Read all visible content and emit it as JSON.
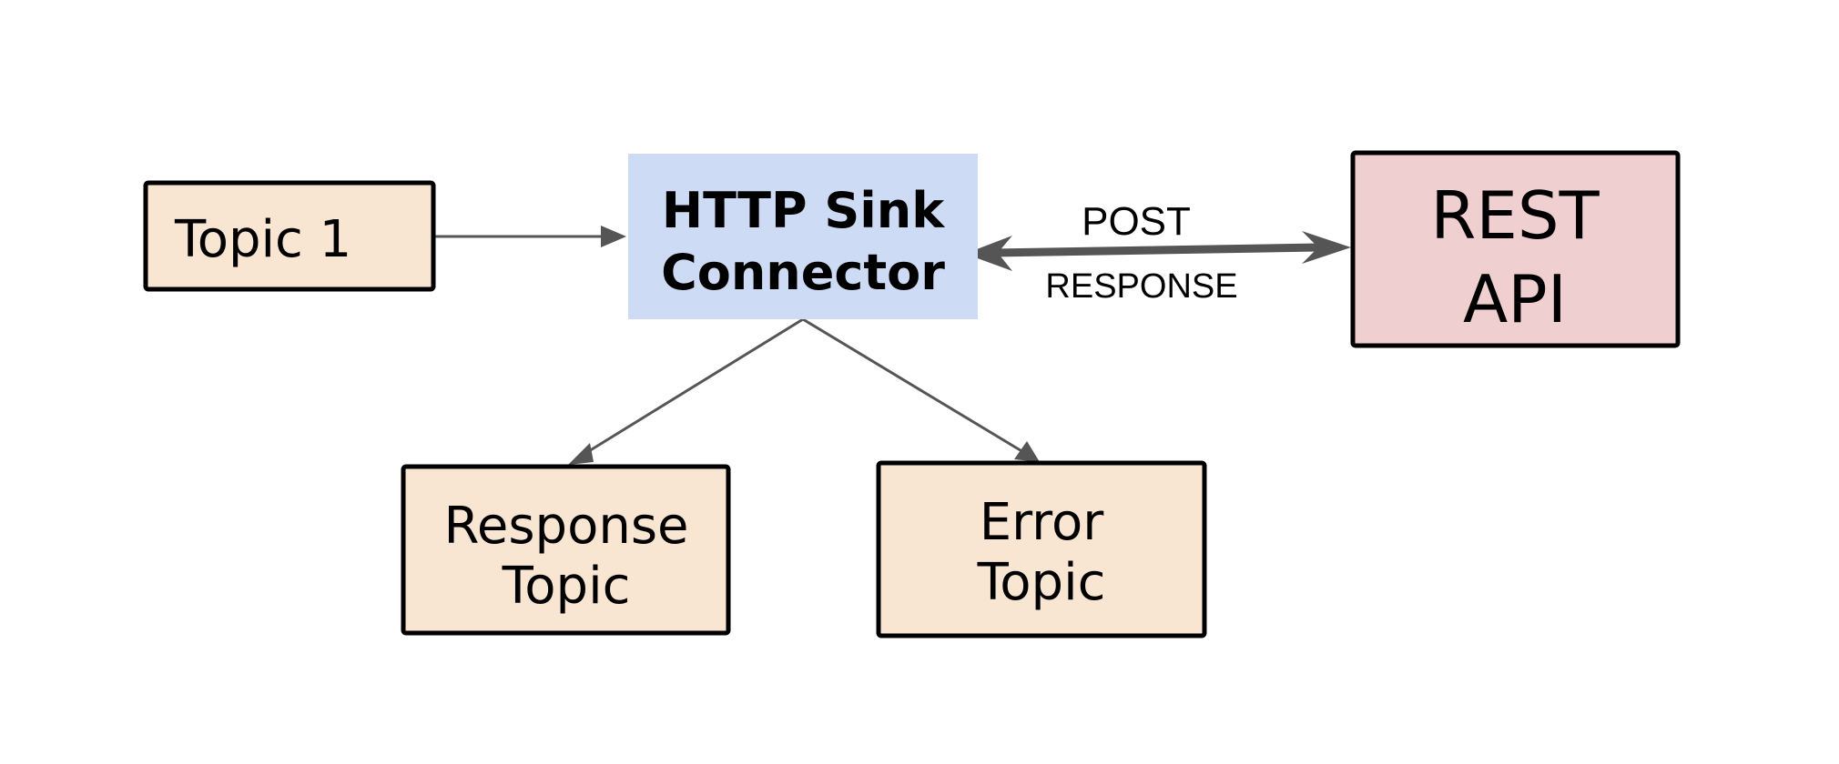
{
  "nodes": {
    "topic1": {
      "label": "Topic 1",
      "fill": "#f8e5d2"
    },
    "connector": {
      "line1": "HTTP Sink",
      "line2": "Connector",
      "fill": "#cedbf5"
    },
    "rest_api": {
      "line1": "REST",
      "line2": "API",
      "fill": "#efcfcf"
    },
    "response_topic": {
      "line1": "Response",
      "line2": "Topic",
      "fill": "#f8e5d2"
    },
    "error_topic": {
      "line1": "Error",
      "line2": "Topic",
      "fill": "#f8e5d2"
    }
  },
  "edges": {
    "post_label": "POST",
    "response_label": "RESPONSE",
    "stroke": "#555555"
  }
}
